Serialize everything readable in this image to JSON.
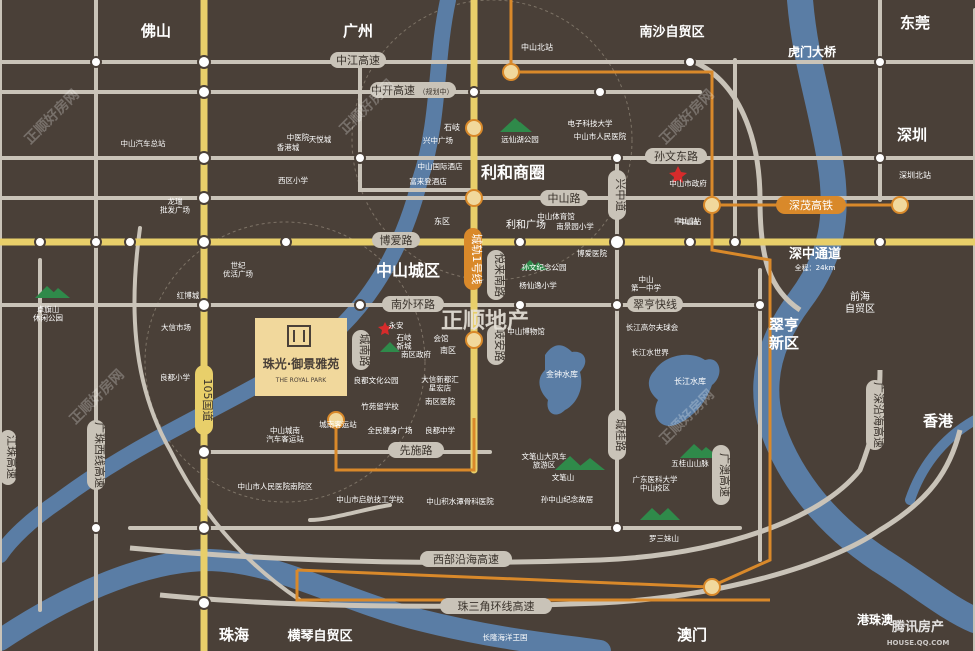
{
  "cities": {
    "foshan": "佛山",
    "guangzhou": "广州",
    "nansha": "南沙自贸区",
    "dongguan": "东莞",
    "humen_bridge": "虎门大桥",
    "shenzhen": "深圳",
    "qianhai": "前海\n自贸区",
    "hongkong": "香港",
    "macau": "澳门",
    "zhuhai": "珠海",
    "hengqin": "横琴自贸区",
    "gangzhu": "港珠澳"
  },
  "districts": {
    "lihe": "利和商圈",
    "zhongshan_city": "中山城区",
    "cuiheng": "翠亨\n新区"
  },
  "roads": {
    "zhongjiang": "中江高速",
    "zhongkai": "中开高速",
    "zhongkai_note": "（规划中）",
    "boai": "博爱路",
    "zhongshan_road": "中山路",
    "sunwen_east": "孙文东路",
    "xingzhong": "兴中道",
    "chengqing": "城轨1号线",
    "yuelai_south": "悦来南路",
    "nanwai": "南外环路",
    "chengnan": "城南路",
    "qi_an": "岐安路",
    "xianshi": "先施路",
    "cuiheng_fast": "翠亨快线",
    "chenggui": "城桂路",
    "guangao": "广澳高速",
    "west_coast": "西部沿海高速",
    "pearl_ring": "珠三角环线高速",
    "guo105": "105国道",
    "guangzhu_west": "广珠西线高速",
    "jiangzhu": "江珠高速",
    "shenmao": "深茂高铁",
    "shenzhong": "深中通道",
    "shenzhong_len": "全程：24km",
    "guangshen_coast": "广深沿海高速"
  },
  "stations": {
    "zhongshan_north": "中山北站",
    "shenzhen_north": "深圳北站",
    "zhongshan_station": "中山站",
    "east_area": "东区",
    "south_area": "南区",
    "shiqi": "石岐",
    "lihe_plaza": "利和广场",
    "changjiang": "长江水库",
    "jinzhong": "金钟水库"
  },
  "pois": [
    "中医院",
    "香港城",
    "天悦城",
    "兴中广场",
    "中山汽车总站",
    "西区小学",
    "龙瑞\n批发广场",
    "中山国际酒店",
    "富来登酒店",
    "远仙湖公园",
    "电子科技大学",
    "中山市人民医院",
    "中山市政府",
    "中山站",
    "中山体育馆",
    "南景园小学",
    "博爱医院",
    "孙文纪念公园",
    "杨仙逸小学",
    "中山\n第一中学",
    "长江高尔夫球会",
    "长江水世界",
    "世纪\n优活广场",
    "红博城",
    "大信市场",
    "良都小学",
    "卓旗山\n休闲公园",
    "永安",
    "石岐\n新城",
    "南区政府",
    "良都文化公园",
    "大信新都汇\n星宏店",
    "竹苑留学校",
    "南区医院",
    "全民健身广场",
    "良都中学",
    "中山城南\n汽车客运站",
    "城南客运站",
    "中山市人民医院南院区",
    "中山市启航技工学校",
    "中山积水潭骨科医院",
    "文笔山大风车\n旅游区",
    "文笔山",
    "孙中山纪念故居",
    "广东医科大学\n中山校区",
    "五桂山山脉",
    "罗三妹山",
    "中山博物馆",
    "长隆海洋王国",
    "会馆"
  ],
  "project": {
    "name_cn": "珠光·御景雅苑",
    "name_en": "THE ROYAL PARK",
    "logo": "HJ-logo-icon"
  },
  "watermarks": [
    "正顺地产",
    "正顺好房网",
    "正顺好房网",
    "正顺好房网",
    "正顺好房网",
    "正顺好房网",
    "腾讯房产",
    "HOUSE.QQ.COM"
  ],
  "colors": {
    "background": "#4a4038",
    "road": "#c9c3b8",
    "highway": "#e8cf6a",
    "orange_line": "#d9892a",
    "water": "#5a7da5",
    "mountain": "#2f8a4a",
    "badge": "#f1d89c"
  }
}
